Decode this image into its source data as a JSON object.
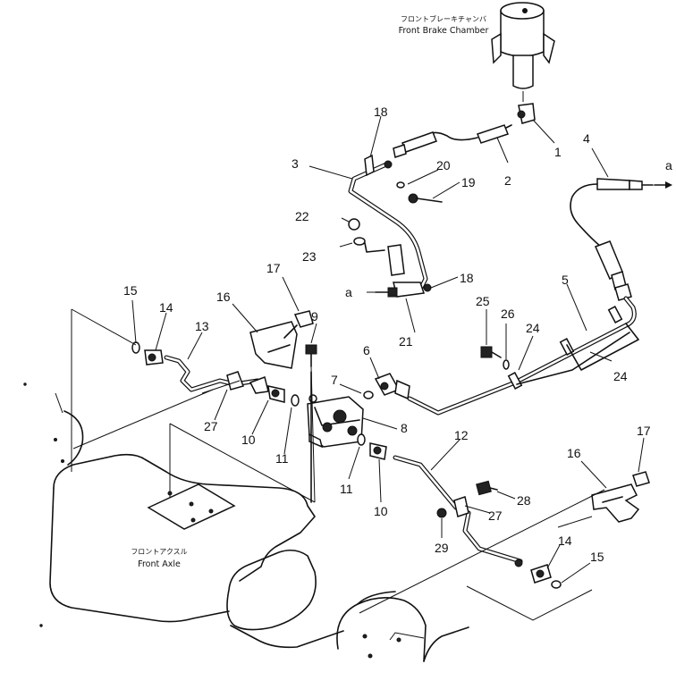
{
  "captions": {
    "front_brake_chamber_jp": "フロントブレーキチャンバ",
    "front_brake_chamber_en": "Front Brake Chamber",
    "front_axle_jp": "フロントアクスル",
    "front_axle_en": "Front Axle"
  },
  "connectors": {
    "a_right": "a",
    "a_left": "a"
  },
  "callouts": {
    "n1": "1",
    "n2": "2",
    "n3": "3",
    "n4": "4",
    "n5": "5",
    "n6": "6",
    "n7": "7",
    "n8": "8",
    "n9": "9",
    "n10a": "10",
    "n10b": "10",
    "n11a": "11",
    "n11b": "11",
    "n12": "12",
    "n13": "13",
    "n14a": "14",
    "n14b": "14",
    "n15a": "15",
    "n15b": "15",
    "n16a": "16",
    "n16b": "16",
    "n17a": "17",
    "n17b": "17",
    "n18a": "18",
    "n18b": "18",
    "n19": "19",
    "n20": "20",
    "n21": "21",
    "n22": "22",
    "n23": "23",
    "n24a": "24",
    "n24b": "24",
    "n25": "25",
    "n26": "26",
    "n27a": "27",
    "n27b": "27",
    "n28": "28",
    "n29": "29"
  }
}
